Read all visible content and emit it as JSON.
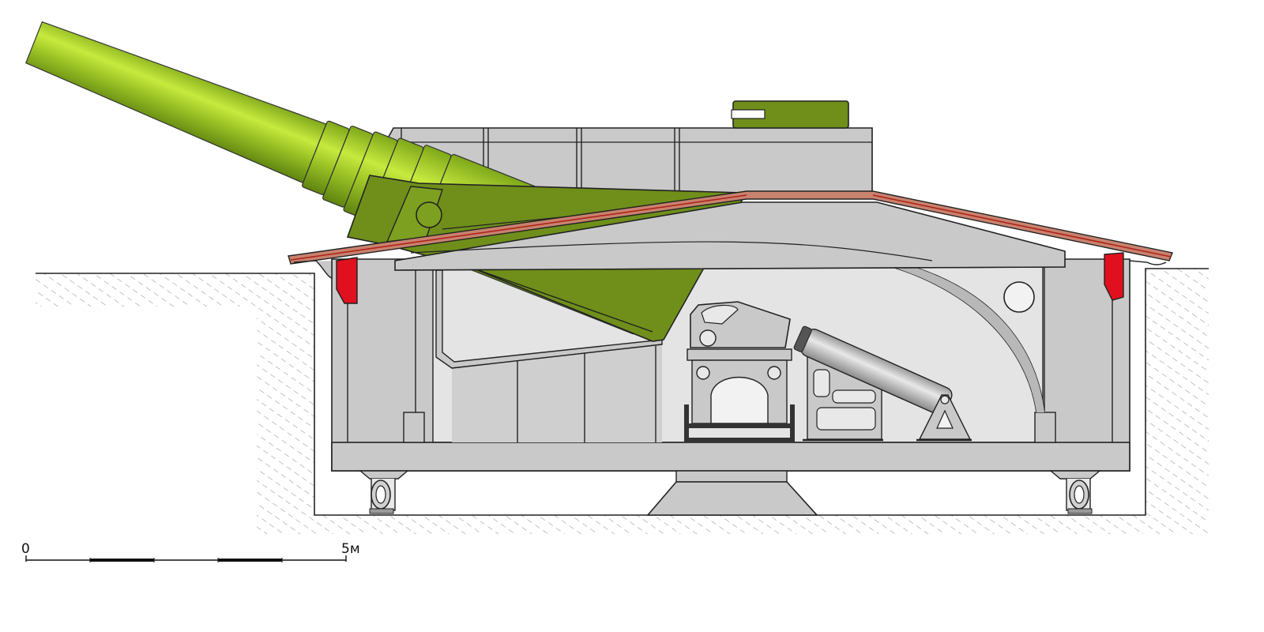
{
  "scale_bar": {
    "start_label": "0",
    "end_label": "5м",
    "length_m": 5,
    "segments": 5
  },
  "colors": {
    "barrel_green": "#8fbd1c",
    "barrel_highlight": "#c8ee44",
    "mount_green": "#6f8f1a",
    "turret_grey": "#c9c9c9",
    "interior_grey": "#e6e6e6",
    "roof_red": "#c8826e",
    "accent_red": "#e0101e",
    "ground_hatch": "#777777"
  }
}
